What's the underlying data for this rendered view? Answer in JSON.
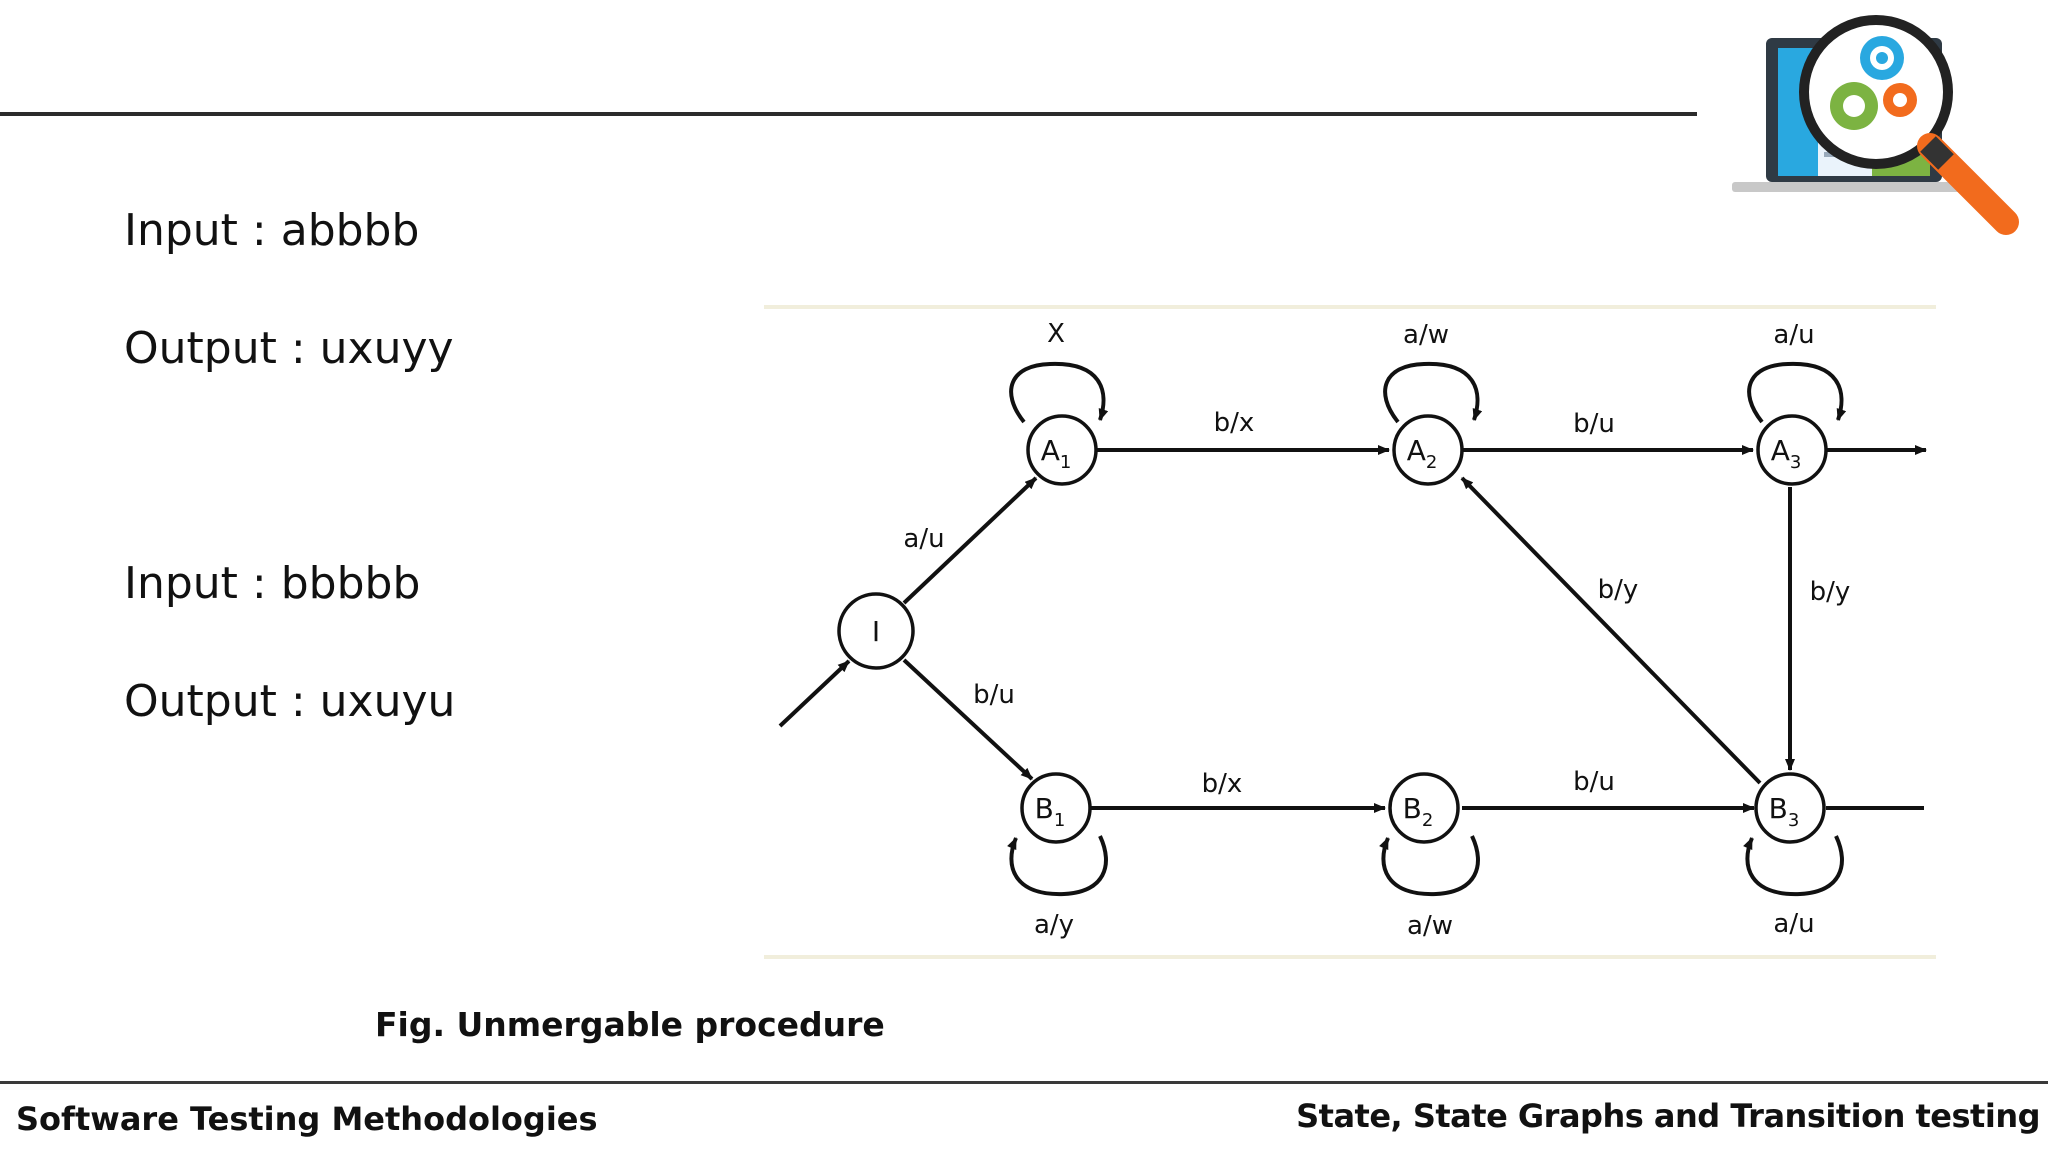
{
  "slide": {
    "io": [
      {
        "input": "Input : abbbb",
        "output": "Output : uxuyy"
      },
      {
        "input": "Input : bbbbb",
        "output": "Output : uxuyu"
      }
    ],
    "caption": "Fig. Unmergable procedure",
    "footer_left": "Software Testing Methodologies",
    "footer_right": "State, State Graphs and Transition testing"
  },
  "diagram": {
    "states": {
      "I": "I",
      "A1": "A",
      "A2": "A",
      "A3": "A",
      "B1": "B",
      "B2": "B",
      "B3": "B"
    },
    "subscripts": {
      "A1": "1",
      "A2": "2",
      "A3": "3",
      "B1": "1",
      "B2": "2",
      "B3": "3"
    },
    "labels": {
      "I_A1": "a/u",
      "I_B1": "b/u",
      "A1_self": "X",
      "A1_A2": "b/x",
      "A2_self": "a/w",
      "A2_A3": "b/u",
      "A3_self": "a/u",
      "A3_B3": "b/y",
      "B3_A2": "b/y",
      "B1_self": "a/y",
      "B1_B2": "b/x",
      "B2_self": "a/w",
      "B2_B3": "b/u",
      "B3_self": "a/u"
    }
  },
  "colors": {
    "rule": "#2b2b2b",
    "frame_line": "#f1eedc",
    "text": "#111111",
    "logo_green": "#7cb342",
    "logo_blue": "#29a8e0",
    "logo_orange": "#f26b1d"
  }
}
